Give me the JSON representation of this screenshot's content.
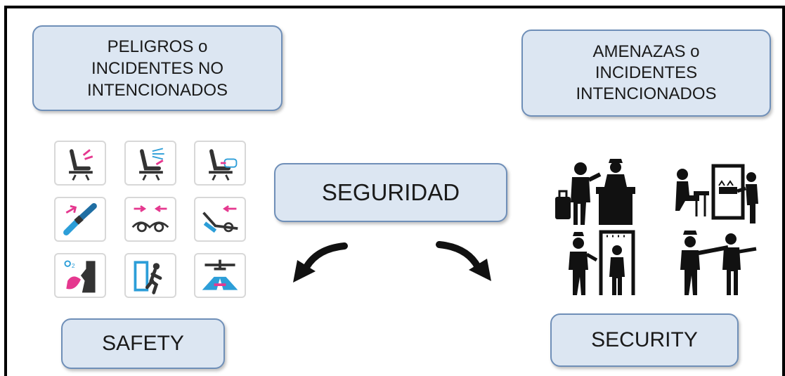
{
  "boxes": {
    "unintentional": "PELIGROS o\nINCIDENTES NO\nINTENCIONADOS",
    "intentional": "AMENAZAS o\nINCIDENTES\nINTENCIONADOS",
    "center": "SEGURIDAD",
    "safety": "SAFETY",
    "security": "SECURITY"
  },
  "safety_icons": [
    "seat-recline-icon",
    "seat-spray-icon",
    "seat-oxygen-icon",
    "seatbelt-icon",
    "brace-position-icon",
    "brace-position-alt-icon",
    "oxygen-mask-icon",
    "emergency-exit-icon",
    "runway-lights-icon"
  ],
  "security_icons": [
    "passport-control-icon",
    "xray-screening-icon",
    "metal-detector-icon",
    "guard-restraint-icon"
  ],
  "colors": {
    "box_fill": "#dce6f2",
    "box_border": "#6f8fb8",
    "icon_pink": "#e5388f",
    "icon_blue": "#2c9ed8",
    "icon_dark": "#333333"
  }
}
